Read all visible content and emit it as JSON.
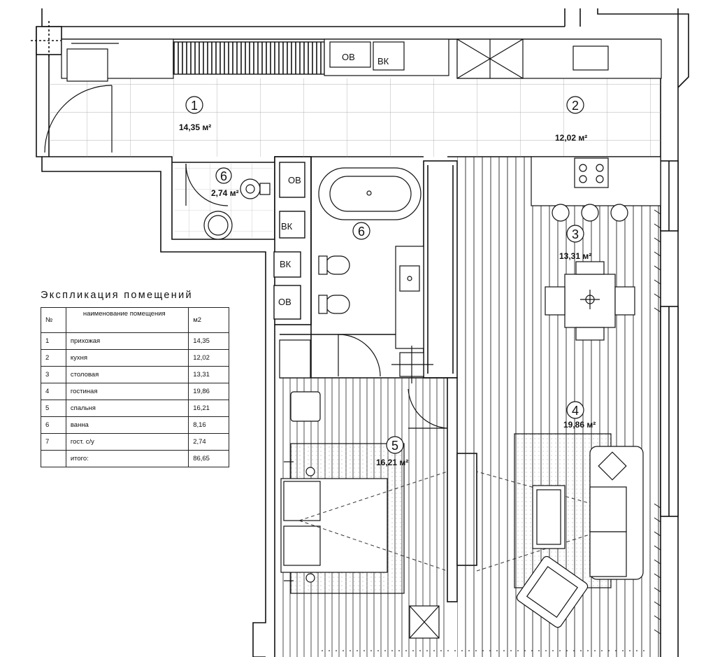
{
  "legend": {
    "title": "Экспликация помещений",
    "headers": {
      "num": "№",
      "name": "наименование помещения",
      "area": "м2"
    },
    "rows": [
      {
        "num": "1",
        "name": "прихожая",
        "area": "14,35"
      },
      {
        "num": "2",
        "name": "кухня",
        "area": "12,02"
      },
      {
        "num": "3",
        "name": "столовая",
        "area": "13,31"
      },
      {
        "num": "4",
        "name": "гостиная",
        "area": "19,86"
      },
      {
        "num": "5",
        "name": "спальня",
        "area": "16,21"
      },
      {
        "num": "6",
        "name": "ванна",
        "area": "8,16"
      },
      {
        "num": "7",
        "name": "гост. с/у",
        "area": "2,74"
      }
    ],
    "total": {
      "label": "итого:",
      "area": "86,65"
    }
  },
  "rooms": [
    {
      "number": "1",
      "area": "14,35 м²"
    },
    {
      "number": "2",
      "area": "12,02 м²"
    },
    {
      "number": "3",
      "area": "13,31 м²"
    },
    {
      "number": "4",
      "area": "19,86 м²"
    },
    {
      "number": "5",
      "area": "16,21 м²"
    },
    {
      "number": "6",
      "area": "2,74 м²"
    },
    {
      "number": "6",
      "area": ""
    }
  ],
  "fixtures": {
    "ov": "ОВ",
    "vk": "ВК"
  },
  "colors": {
    "line": "#111111",
    "wall_fill": "#ffffff"
  }
}
